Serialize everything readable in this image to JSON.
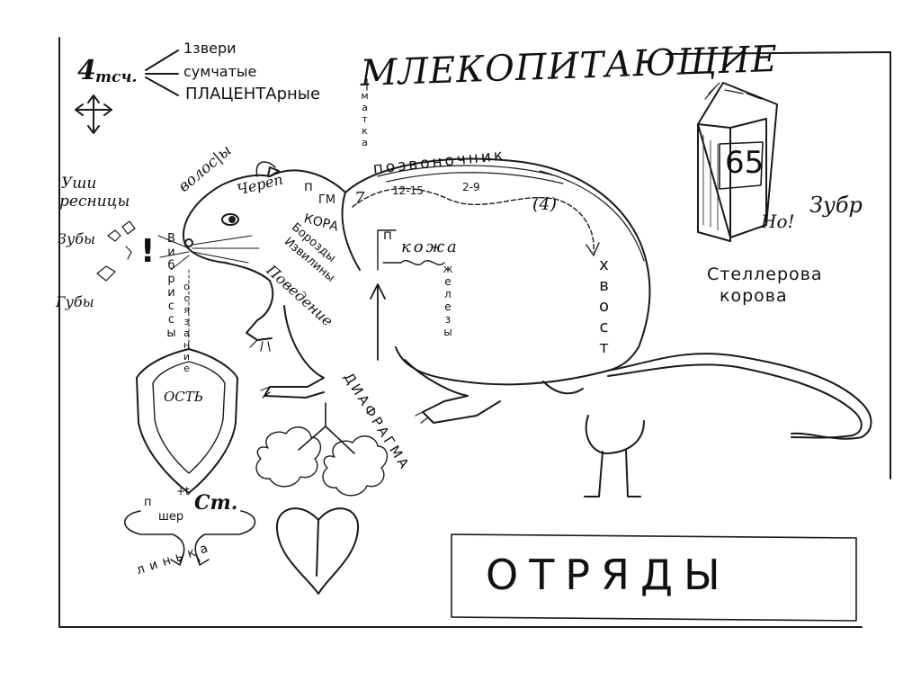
{
  "topleft": {
    "count": "4",
    "count_suffix": "тсч.",
    "groups": [
      "1звери",
      "сумчатые",
      "ПЛАЦЕНТАрные"
    ],
    "uterus_vertical": "матка"
  },
  "title": "МЛЕКОПИТАЮЩИЕ",
  "book_number": "65",
  "right_labels": {
    "no": "Но!",
    "bison": "Зубр",
    "steller_line1": "Стеллерова",
    "steller_line2": "корова"
  },
  "left_labels": {
    "ears": "Уши",
    "lashes": "ресницы",
    "teeth": "Зубы",
    "lips": "Губы",
    "exclaim": "!"
  },
  "head_labels": {
    "hair": "волос|ы",
    "skull": "Череп",
    "p": "п",
    "gm": "ГМ",
    "cortex": "КОРА",
    "furrows": "Борозды",
    "convolutions": "Извилины",
    "behavior": "Поведение",
    "whiskers_vertical": "Вибриссы",
    "touch_vertical": "осязание"
  },
  "spine": {
    "n7": "7",
    "vert": "позвоночник",
    "r1": "12-15",
    "r2": "2-9",
    "n4": "(4)",
    "tail_vertical": "хвост"
  },
  "body_labels": {
    "p2": "п",
    "skin": "кожа",
    "glands_vertical": "железы",
    "diaphragm_vertical": "ДИАФРАГМА"
  },
  "shield": {
    "awn": "ОСТЬ",
    "p": "п",
    "plus_t": "+t",
    "fur": "шер",
    "st": "Ст.",
    "molt": "линька"
  },
  "orders_box": {
    "label": "ОТРЯДЫ"
  }
}
